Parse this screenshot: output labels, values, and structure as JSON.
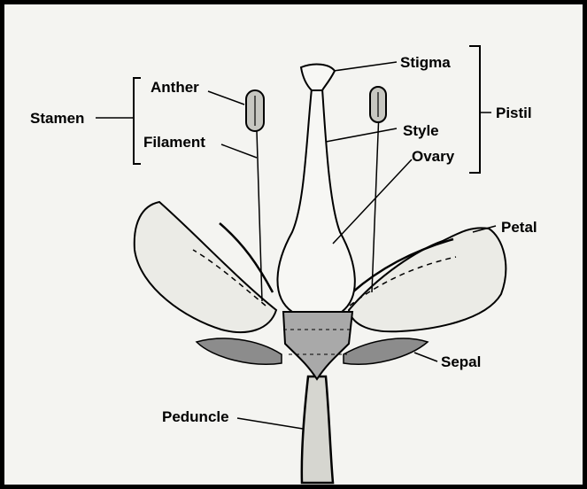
{
  "diagram": {
    "labels": {
      "stamen": "Stamen",
      "anther": "Anther",
      "filament": "Filament",
      "stigma": "Stigma",
      "style": "Style",
      "ovary": "Ovary",
      "pistil": "Pistil",
      "petal": "Petal",
      "sepal": "Sepal",
      "peduncle": "Peduncle"
    },
    "colors": {
      "background": "#f4f4f1",
      "outline": "#000000",
      "petal_fill": "#ebebe6",
      "sepal_fill": "#8c8c8c",
      "receptacle_fill": "#a9a9a9"
    }
  }
}
